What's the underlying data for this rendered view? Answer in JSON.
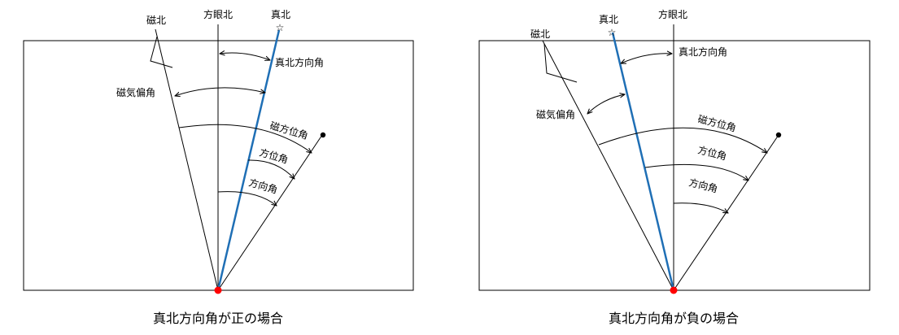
{
  "colors": {
    "line": "#000000",
    "true_north": "#1f6fb5",
    "origin": "#ff0000"
  },
  "left": {
    "labels": {
      "magnetic_north": "磁北",
      "grid_north": "方眼北",
      "true_north": "真北",
      "convergence": "真北方向角",
      "declination": "磁気偏角",
      "magnetic_bearing": "磁方位角",
      "true_bearing": "方位角",
      "grid_bearing": "方向角"
    },
    "caption": "真北方向角が正の場合"
  },
  "right": {
    "labels": {
      "magnetic_north": "磁北",
      "true_north": "真北",
      "grid_north": "方眼北",
      "convergence": "真北方向角",
      "declination": "磁気偏角",
      "magnetic_bearing": "磁方位角",
      "true_bearing": "方位角",
      "grid_bearing": "方向角"
    },
    "caption": "真北方向角が負の場合"
  },
  "icons": {
    "star": "star-icon",
    "target": "target-dot-icon",
    "origin": "origin-dot-icon"
  }
}
